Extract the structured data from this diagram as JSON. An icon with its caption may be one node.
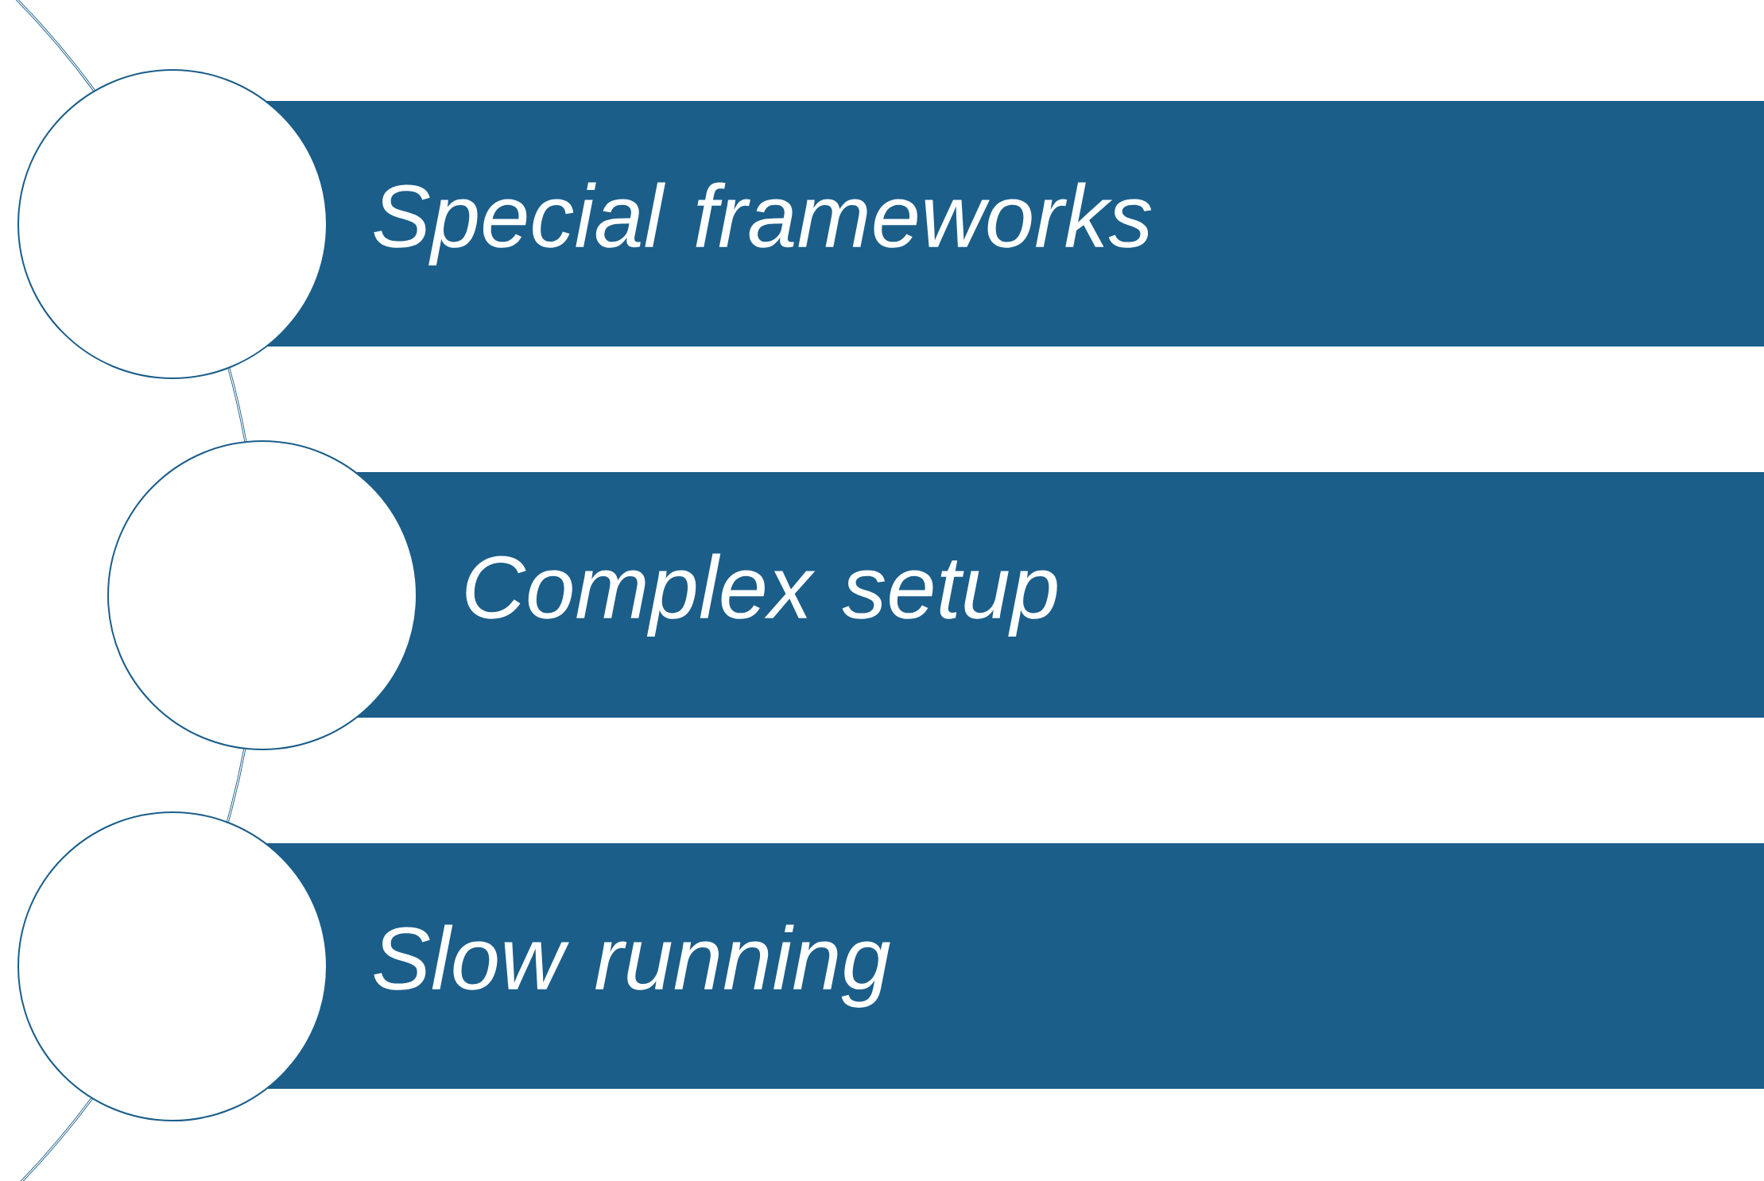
{
  "diagram": {
    "nodes": [
      {
        "text": [],
        "shape": "circle"
      },
      {
        "text": [
          "Special frameworks"
        ]
      },
      {
        "text": [],
        "shape": "circle"
      },
      {
        "text": [
          "Complex setup"
        ]
      },
      {
        "text": [],
        "shape": "circle"
      },
      {
        "text": [
          "Slow running"
        ]
      }
    ],
    "edges": [
      {
        "from": null,
        "to": 0,
        "arrow": "none"
      },
      {
        "from": 0,
        "to": 2,
        "arrow": "none"
      },
      {
        "from": 2,
        "to": 4,
        "arrow": "none"
      },
      {
        "from": 4,
        "to": null,
        "arrow": "none"
      }
    ]
  }
}
